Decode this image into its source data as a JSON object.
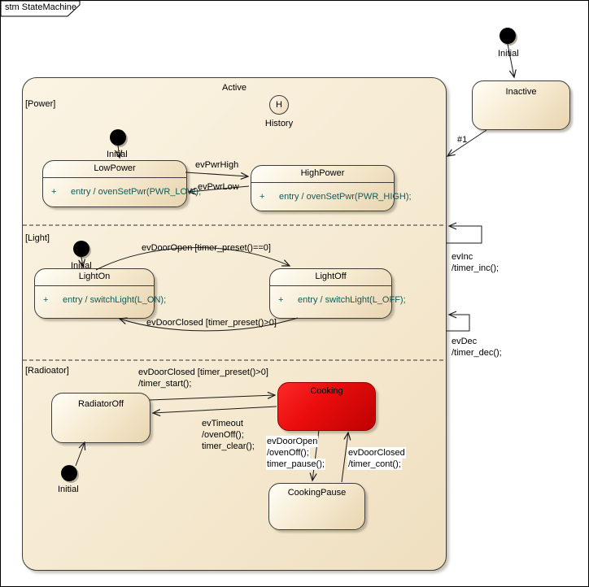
{
  "frame": {
    "title": "stm StateMachine"
  },
  "diagram": {
    "active_title": "Active",
    "regions": {
      "power": "[Power]",
      "light": "[Light]",
      "radiator": "[Radioator]"
    }
  },
  "states": {
    "inactive": {
      "title": "Inactive"
    },
    "lowPower": {
      "title": "LowPower",
      "plus": "+",
      "entry": "entry / ovenSetPwr(PWR_LOW);"
    },
    "highPower": {
      "title": "HighPower",
      "plus": "+",
      "entry": "entry / ovenSetPwr(PWR_HIGH);"
    },
    "lightOn": {
      "title": "LightOn",
      "plus": "+",
      "entry": "entry / switchLight(L_ON);"
    },
    "lightOff": {
      "title": "LightOff",
      "plus": "+",
      "entry": "entry / switchLight(L_OFF);"
    },
    "radiatorOff": {
      "title": "RadiatorOff"
    },
    "cooking": {
      "title": "Cooking"
    },
    "cookingPause": {
      "title": "CookingPause"
    }
  },
  "pseudostates": {
    "initial_top": "Initial",
    "initial_power": "Initial",
    "initial_light": "Initial",
    "initial_radiator": "Initial",
    "history_symbol": "H",
    "history_label": "History"
  },
  "transitions": {
    "to_active": "#1",
    "evPwrHigh": "evPwrHigh",
    "evPwrLow": "evPwrLow",
    "evDoorOpen_guard": "evDoorOpen [timer_preset()==0]",
    "evDoorClosed_guard": "evDoorClosed [timer_preset()>0]",
    "rad_evDoorClosed": "evDoorClosed [timer_preset()>0]",
    "rad_timer_start": "/timer_start();",
    "evTimeout": "evTimeout",
    "evTimeout_ovenOff": "/ovenOff();",
    "evTimeout_timer_clear": "timer_clear();",
    "pause_evDoorOpen": "evDoorOpen",
    "pause_ovenOff": "/ovenOff();",
    "pause_timer_pause": "timer_pause();",
    "cont_evDoorClosed": "evDoorClosed",
    "cont_timer_cont": "/timer_cont();",
    "evInc": "evInc",
    "evInc_action": "/timer_inc();",
    "evDec": "evDec",
    "evDec_action": "/timer_dec();"
  },
  "colors": {
    "state_fill_light": "#FFFEF7",
    "state_fill_dark": "#E9D5B0",
    "active_fill": "#F5E9D0",
    "cooking_red": "#EC0D0D",
    "operation_text": "#0E5C5C"
  }
}
